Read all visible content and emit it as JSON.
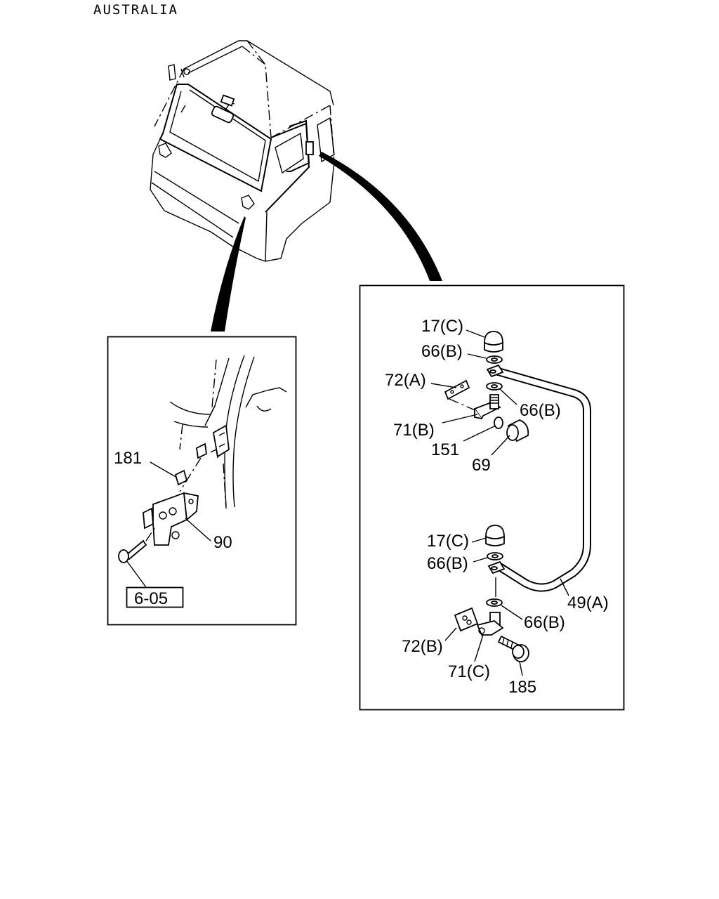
{
  "region": "AUSTRALIA",
  "left_detail": {
    "labels": {
      "p181": "181",
      "p90": "90",
      "ref": "6-05"
    }
  },
  "right_detail": {
    "labels": {
      "p17c_top": "17(C)",
      "p66b_1": "66(B)",
      "p72a": "72(A)",
      "p66b_2": "66(B)",
      "p71b": "71(B)",
      "p151": "151",
      "p69": "69",
      "p17c_bot": "17(C)",
      "p66b_3": "66(B)",
      "p49a": "49(A)",
      "p66b_4": "66(B)",
      "p72b": "72(B)",
      "p71c": "71(C)",
      "p185": "185"
    }
  }
}
